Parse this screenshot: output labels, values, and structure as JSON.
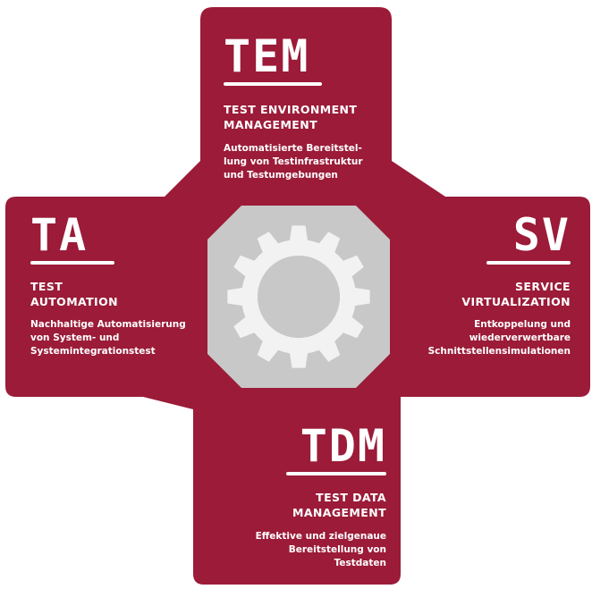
{
  "colors": {
    "background": "#9b1b38",
    "gear_plate": "#c8c8c8",
    "gear": "#f2f2f2",
    "text": "#ffffff"
  },
  "blocks": {
    "tem": {
      "abbr": "TEM",
      "title_line1": "TEST ENVIRONMENT",
      "title_line2": "MANAGEMENT",
      "desc_line1": "Automatisierte Bereitstel-",
      "desc_line2": "lung von Testinfrastruktur",
      "desc_line3": "und Testumgebungen"
    },
    "ta": {
      "abbr": "TA",
      "title_line1": "TEST",
      "title_line2": "AUTOMATION",
      "desc_line1": "Nachhaltige Automatisierung",
      "desc_line2": "von System- und",
      "desc_line3": "Systemintegrationstest"
    },
    "sv": {
      "abbr": "SV",
      "title_line1": "SERVICE",
      "title_line2": "VIRTUALIZATION",
      "desc_line1": "Entkoppelung und",
      "desc_line2": "wiederverwertbare",
      "desc_line3": "Schnittstellensimulationen"
    },
    "tdm": {
      "abbr": "TDM",
      "title_line1": "TEST DATA",
      "title_line2": "MANAGEMENT",
      "desc_line1": "Effektive und zielgenaue",
      "desc_line2": "Bereitstellung von",
      "desc_line3": "Testdaten"
    }
  },
  "center_icon": "gear-icon"
}
